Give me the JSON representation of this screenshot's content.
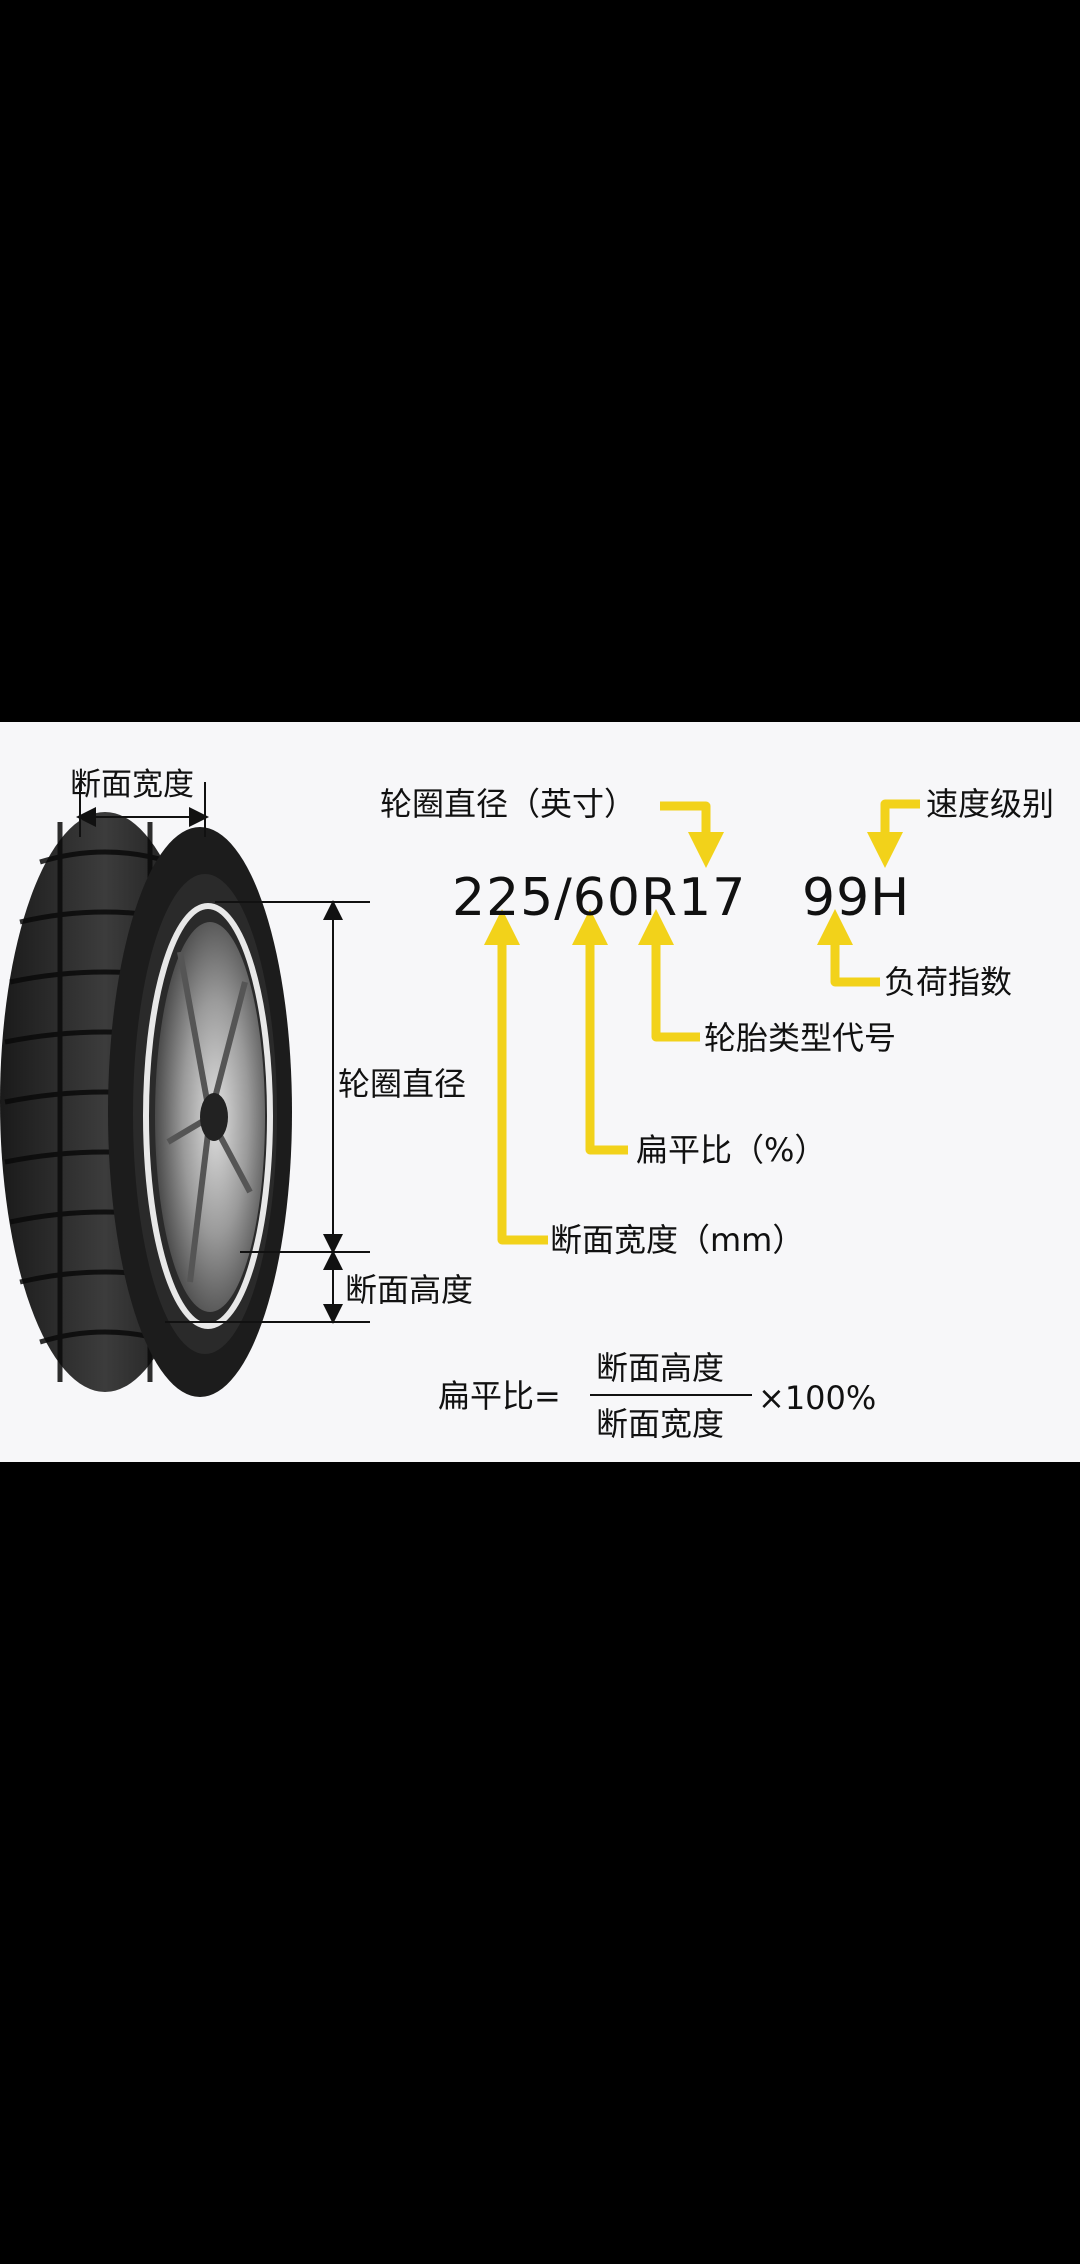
{
  "tire_code": {
    "width_ratio": "225/60",
    "type_rim": "R17",
    "load_speed": "99H"
  },
  "labels": {
    "section_width_top": "断面宽度",
    "rim_diameter_inch": "轮圈直径（英寸）",
    "speed_rating": "速度级别",
    "load_index": "负荷指数",
    "tire_type_code": "轮胎类型代号",
    "aspect_ratio_pct": "扁平比（%）",
    "section_width_mm": "断面宽度（mm）",
    "rim_diameter": "轮圈直径",
    "section_height": "断面高度"
  },
  "formula": {
    "lhs": "扁平比=",
    "numerator": "断面高度",
    "denominator": "断面宽度",
    "multiplier": "×100%"
  },
  "colors": {
    "arrow": "#f2d21a",
    "background": "#f7f7f9",
    "letterbox": "#000000"
  }
}
